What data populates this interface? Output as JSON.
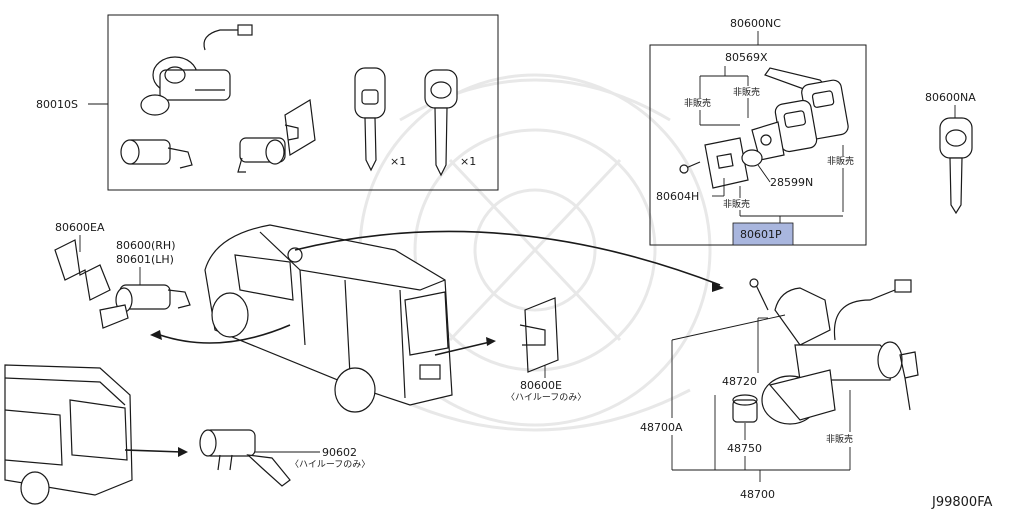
{
  "labels": {
    "kit": "80010S",
    "qty1": "×1",
    "qty2": "×1",
    "nc": "80600NC",
    "x569": "80569X",
    "nohan1": "非販売",
    "nohan2": "非販売",
    "nohan3": "非販売",
    "nohan4": "非販売",
    "nohan5": "非販売",
    "p28599": "28599N",
    "p80604": "80604H",
    "p80601p": "80601P",
    "na": "80600NA",
    "ea": "80600EA",
    "rh": "80600(RH)",
    "lh": "80601(LH)",
    "e": "80600E",
    "e_note": "〈ハイルーフのみ〉",
    "p90602": "90602",
    "p90602_note": "〈ハイルーフのみ〉",
    "p48720": "48720",
    "p48700a": "48700A",
    "p48750": "48750",
    "p48700": "48700",
    "code": "J99800FA"
  },
  "colors": {
    "highlight": "#a9b6de",
    "line": "#1a1a1a",
    "watermark": "#e8e8e8"
  },
  "icons": [
    "ignition-switch-icon",
    "key-icon",
    "door-lock-cylinder-icon",
    "van-icon",
    "bracket-icon"
  ]
}
